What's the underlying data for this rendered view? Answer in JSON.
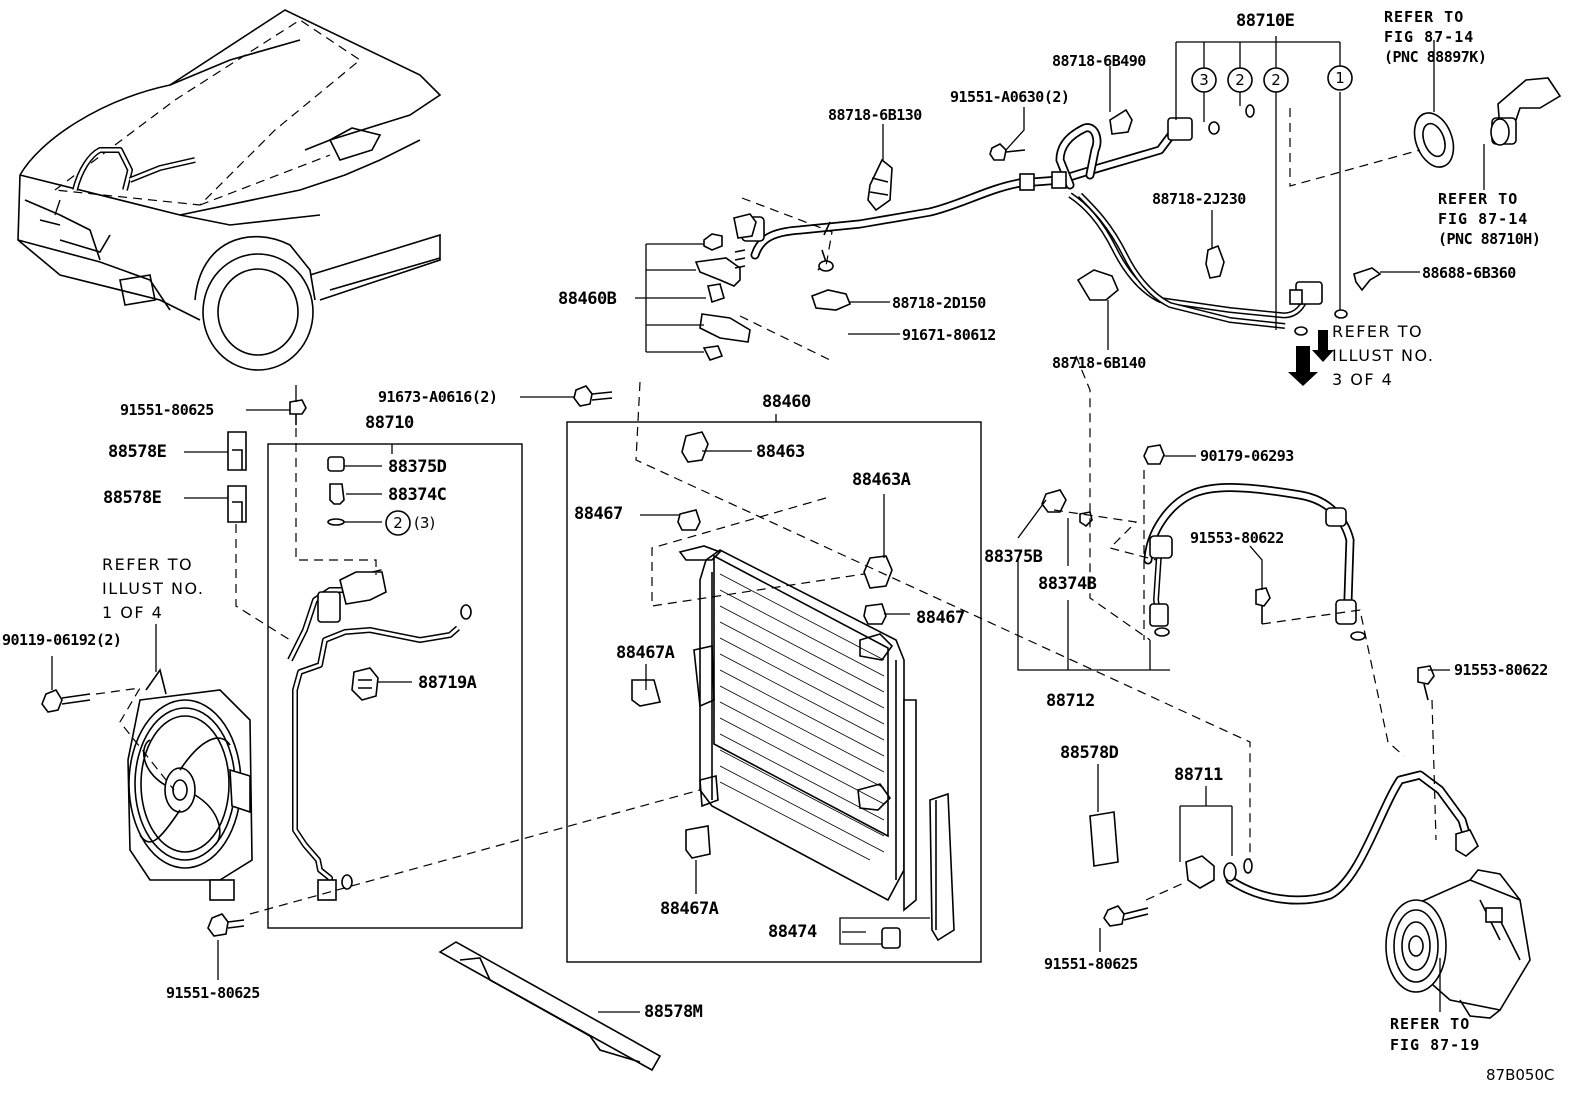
{
  "diagram_code": "87B050C",
  "part_numbers": {
    "hose_88710E": "88710E",
    "clamp_6B490": "88718-6B490",
    "bolt_A0630": "91551-A0630(2)",
    "clamp_6B130": "88718-6B130",
    "clamp_2J230": "88718-2J230",
    "bracket_88460B": "88460B",
    "clamp_2D150": "88718-2D150",
    "bolt_80612": "91671-80612",
    "clamp_6B140": "88718-6B140",
    "valve_6B360": "88688-6B360",
    "bolt_80625_top": "91551-80625",
    "bolt_A0616": "91673-A0616(2)",
    "condenser_88460": "88460",
    "pipe_88710": "88710",
    "cushion_88578E_1": "88578E",
    "cushion_88578E_2": "88578E",
    "cap_88375D": "88375D",
    "core_88374C": "88374C",
    "oring_qty": "(3)",
    "bracket_88463": "88463",
    "bracket_88463A": "88463A",
    "cushion_88467_1": "88467",
    "cushion_88467_2": "88467",
    "bracket_88467A_1": "88467A",
    "bracket_88467A_2": "88467A",
    "switch_88719A": "88719A",
    "bolt_06192": "90119-06192(2)",
    "bolt_80625_bottom": "91551-80625",
    "seal_88578M": "88578M",
    "drier_88474": "88474",
    "nut_06293": "90179-06293",
    "cap_88375B": "88375B",
    "core_88374B": "88374B",
    "bolt_80622_1": "91553-80622",
    "bolt_80622_2": "91553-80622",
    "hose_88712": "88712",
    "cushion_88578D": "88578D",
    "hose_88711": "88711",
    "bolt_80625_right": "91551-80625"
  },
  "callouts": {
    "c3": "3",
    "c2a": "2",
    "c2b": "2",
    "c1": "1",
    "c2left": "2"
  },
  "references": {
    "ref_87_14_top": {
      "l1": "REFER TO",
      "l2": "FIG 87-14",
      "l3": "(PNC 88897K)"
    },
    "ref_87_14_mid": {
      "l1": "REFER TO",
      "l2": "FIG 87-14",
      "l3": "(PNC 88710H)"
    },
    "ref_illust_3": {
      "l1": "REFER TO",
      "l2": "ILLUST NO.",
      "l3": "3 OF 4"
    },
    "ref_illust_1": {
      "l1": "REFER TO",
      "l2": "ILLUST NO.",
      "l3": "1 OF 4"
    },
    "ref_87_19": {
      "l1": "REFER TO",
      "l2": "FIG 87-19"
    }
  }
}
